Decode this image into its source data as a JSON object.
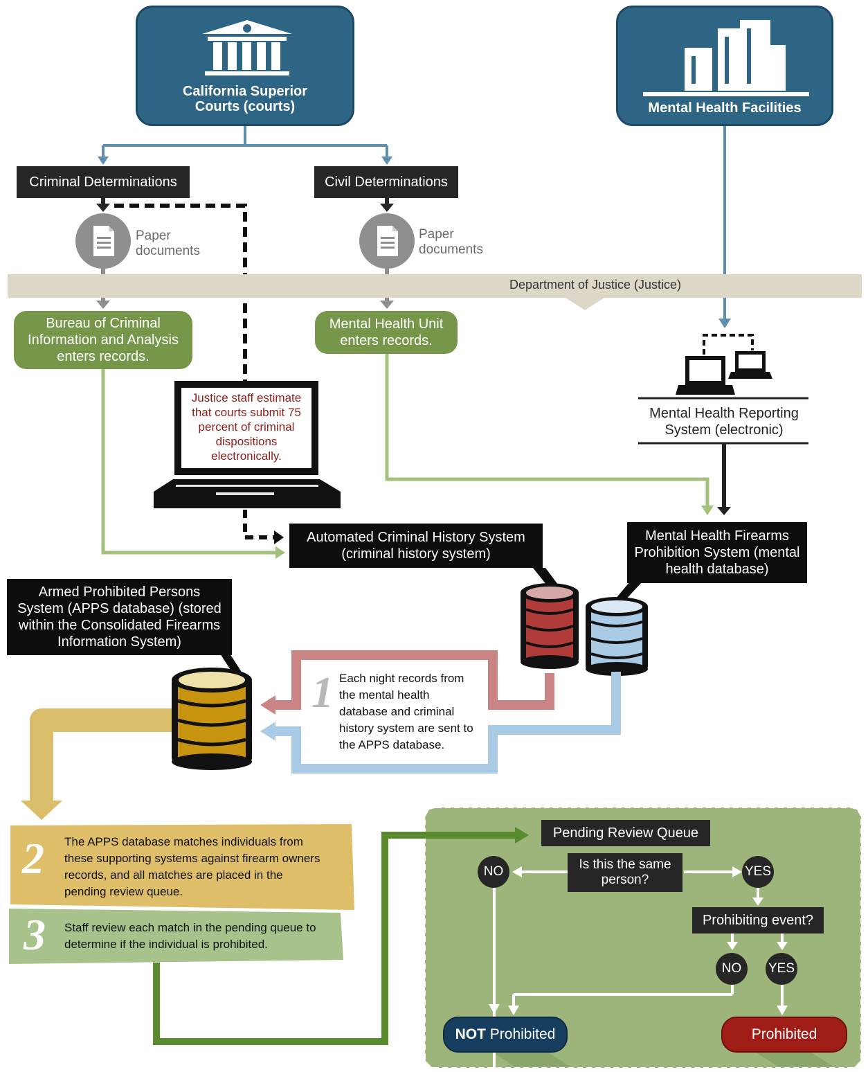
{
  "courts": {
    "label": "California Superior Courts (courts)"
  },
  "mhf": {
    "label": "Mental Health Facilities"
  },
  "criminal_det": {
    "label": "Criminal Determinations"
  },
  "civil_det": {
    "label": "Civil Determinations"
  },
  "paper_left": {
    "label": "Paper documents"
  },
  "paper_right": {
    "label": "Paper documents"
  },
  "doj_band": {
    "label": "Department of Justice (Justice)"
  },
  "bcia": {
    "label": "Bureau of Criminal Information and Analysis enters records."
  },
  "mhu": {
    "label": "Mental Health Unit enters records."
  },
  "laptop_note": {
    "label": "Justice staff estimate that courts submit 75 percent of criminal dispositions electronically."
  },
  "mhrs": {
    "label": "Mental Health Reporting System (electronic)"
  },
  "achs": {
    "label": "Automated Criminal History System (criminal history system)"
  },
  "mhfps": {
    "label": "Mental Health Firearms Prohibition System (mental health database)"
  },
  "apps": {
    "label": "Armed Prohibited Persons System (APPS database) (stored within the Consolidated Firearms Information System)"
  },
  "step1": {
    "number": "1",
    "text": "Each night records from the mental health database and criminal history system are sent to the APPS database."
  },
  "step2": {
    "number": "2",
    "text": "The APPS database matches individuals from these supporting systems against firearm owners records, and all matches are placed in the pending review queue."
  },
  "step3": {
    "number": "3",
    "text": "Staff review each match in the pending queue to determine if the individual is prohibited."
  },
  "review": {
    "queue": "Pending Review Queue",
    "question1": "Is this the same person?",
    "no1": "NO",
    "yes1": "YES",
    "question2": "Prohibiting event?",
    "no2": "NO",
    "yes2": "YES",
    "not_prohibited_bold": "NOT",
    "not_prohibited_rest": " Prohibited",
    "prohibited": "Prohibited"
  },
  "colors": {
    "court_blue": "#2e6585",
    "green_box": "#76974a",
    "criminal_red": "#c98483",
    "mental_health_blue": "#a9cbe6",
    "apps_gold": "#d9bd6a",
    "review_green": "#9db57a",
    "dark_green_line": "#5a8a2e",
    "prohibited_red": "#a01c17",
    "not_prohibited_navy": "#173e5f"
  }
}
